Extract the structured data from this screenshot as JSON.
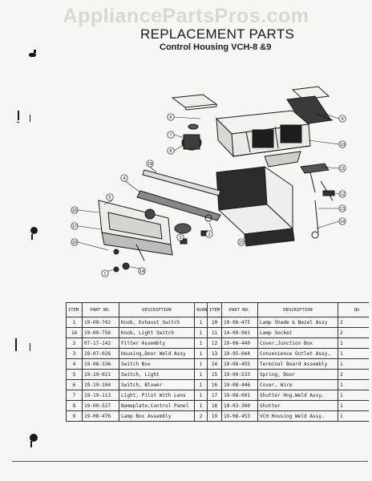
{
  "watermark": "AppliancePartsPros.com",
  "header": {
    "title": "REPLACEMENT PARTS",
    "subtitle": "Control Housing VCH-8 &9"
  },
  "diagram": {
    "callouts": [
      "6",
      "7",
      "8",
      "9",
      "10",
      "11",
      "12",
      "13",
      "14",
      "15",
      "16",
      "17",
      "18",
      "19",
      "1",
      "1A",
      "2",
      "3",
      "4",
      "5"
    ]
  },
  "table": {
    "headers": [
      "ITEM NO.",
      "PART NO.",
      "DESCRIPTION",
      "QUAN.",
      "ITEM NO.",
      "PART NO.",
      "DESCRIPTION",
      "QU"
    ],
    "rows": [
      [
        "1",
        "19-09-742",
        "Knob, Exhaust Switch",
        "1",
        "10",
        "19-08-475",
        "Lamp Shade & Bezel Assy",
        "2"
      ],
      [
        "1A",
        "19-09-756",
        "Knob, Light Switch",
        "1",
        "11",
        "14-09-941",
        "Lamp Socket",
        "2"
      ],
      [
        "2",
        "07-17-142",
        "Filter Assembly",
        "1",
        "12",
        "19-08-440",
        "Cover,Junction Box",
        "1"
      ],
      [
        "3",
        "19-07-026",
        "Housing,Door Weld Assy",
        "1",
        "13",
        "19-95-044",
        "Convenience Outlet Assy.",
        "1"
      ],
      [
        "4",
        "19-08-336",
        "Switch Box",
        "1",
        "14",
        "19-08-455",
        "Terminal Board Assembly",
        "1"
      ],
      [
        "5",
        "19-19-021",
        "Switch, Light",
        "1",
        "15",
        "19-09-533",
        "Spring, Door",
        "2"
      ],
      [
        "6",
        "19-19-104",
        "Switch, Blower",
        "1",
        "16",
        "19-08-446",
        "Cover, Wire",
        "1"
      ],
      [
        "7",
        "19-19-113",
        "Light, Pilot With Lens",
        "1",
        "17",
        "19-08-001",
        "Shutter Hng.Weld Assy.",
        "1"
      ],
      [
        "8",
        "19-09-527",
        "Nameplate,Control Panel",
        "1",
        "18",
        "19-03-300",
        "Shutter",
        "1"
      ],
      [
        "9",
        "19-08-476",
        "Lamp Box Assembly",
        "2",
        "19",
        "19-08-453",
        "VCH Housing Weld Assy.",
        "1"
      ]
    ]
  }
}
